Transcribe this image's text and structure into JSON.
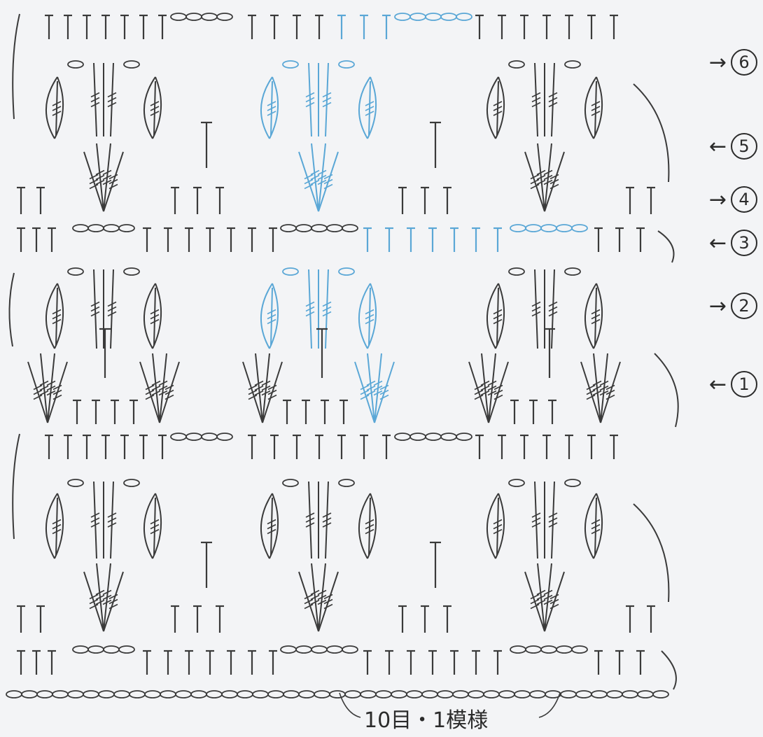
{
  "diagram": {
    "ink_color": "#3a3a3a",
    "highlight_color": "#5aa7d6",
    "background_color": "#f3f4f6"
  },
  "row_labels": [
    {
      "num": "6",
      "arrow": "→",
      "side": "right"
    },
    {
      "num": "5",
      "arrow": "←",
      "side": "left"
    },
    {
      "num": "4",
      "arrow": "→",
      "side": "right"
    },
    {
      "num": "3",
      "arrow": "←",
      "side": "left"
    },
    {
      "num": "2",
      "arrow": "→",
      "side": "right"
    },
    {
      "num": "1",
      "arrow": "←",
      "side": "left"
    }
  ],
  "repeat_caption": "10目・1模様",
  "symbols": {
    "double_crochet": "dc-symbol",
    "chain": "chain-symbol",
    "triple_crochet": "tr-symbol"
  }
}
